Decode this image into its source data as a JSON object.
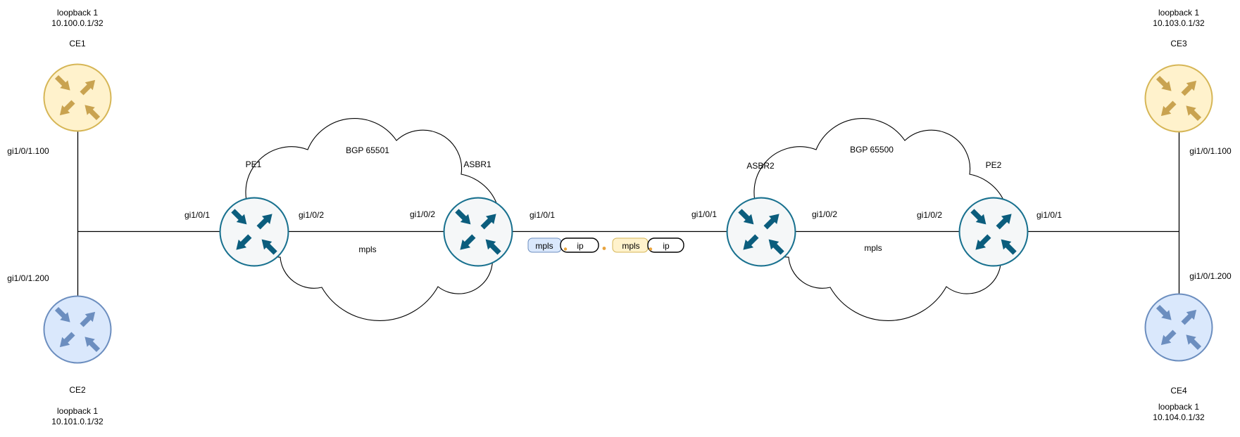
{
  "nodes": {
    "ce1": {
      "name": "CE1",
      "loopback_label": "loopback 1",
      "loopback_ip": "10.100.0.1/32",
      "interface": "gi1/0/1.100"
    },
    "ce2": {
      "name": "CE2",
      "loopback_label": "loopback 1",
      "loopback_ip": "10.101.0.1/32",
      "interface": "gi1/0/1.200"
    },
    "ce3": {
      "name": "CE3",
      "loopback_label": "loopback 1",
      "loopback_ip": "10.103.0.1/32",
      "interface": "gi1/0/1.100"
    },
    "ce4": {
      "name": "CE4",
      "loopback_label": "loopback 1",
      "loopback_ip": "10.104.0.1/32",
      "interface": "gi1/0/1.200"
    },
    "pe1": {
      "name": "PE1",
      "iface_left": "gi1/0/1",
      "iface_right": "gi1/0/2"
    },
    "asbr1": {
      "name": "ASBR1",
      "iface_left": "gi1/0/2",
      "iface_right": "gi1/0/1"
    },
    "asbr2": {
      "name": "ASBR2",
      "iface_left": "gi1/0/1",
      "iface_right": "gi1/0/2"
    },
    "pe2": {
      "name": "PE2",
      "iface_left": "gi1/0/2",
      "iface_right": "gi1/0/1"
    }
  },
  "clouds": {
    "as65501": {
      "label": "BGP 65501",
      "transport": "mpls"
    },
    "as65500": {
      "label": "BGP 65500",
      "transport": "mpls"
    }
  },
  "packet_stacks": {
    "left": {
      "outer": "mpls",
      "inner": "ip",
      "outer_fill": "#DAE8FC",
      "outer_stroke": "#6C8EBF"
    },
    "right": {
      "outer": "mpls",
      "inner": "ip",
      "outer_fill": "#FFF2CC",
      "outer_stroke": "#D6B656"
    }
  },
  "colors": {
    "customer_yellow_fill": "#FFF2CC",
    "customer_yellow_stroke": "#D6B656",
    "customer_blue_fill": "#DAE8FC",
    "customer_blue_stroke": "#6C8EBF",
    "provider_fill": "#F5F7F8",
    "provider_stroke": "#19718F",
    "provider_arrow": "#0B5D7D",
    "separator_dot": "#E8A33D",
    "link_line": "#000000"
  }
}
